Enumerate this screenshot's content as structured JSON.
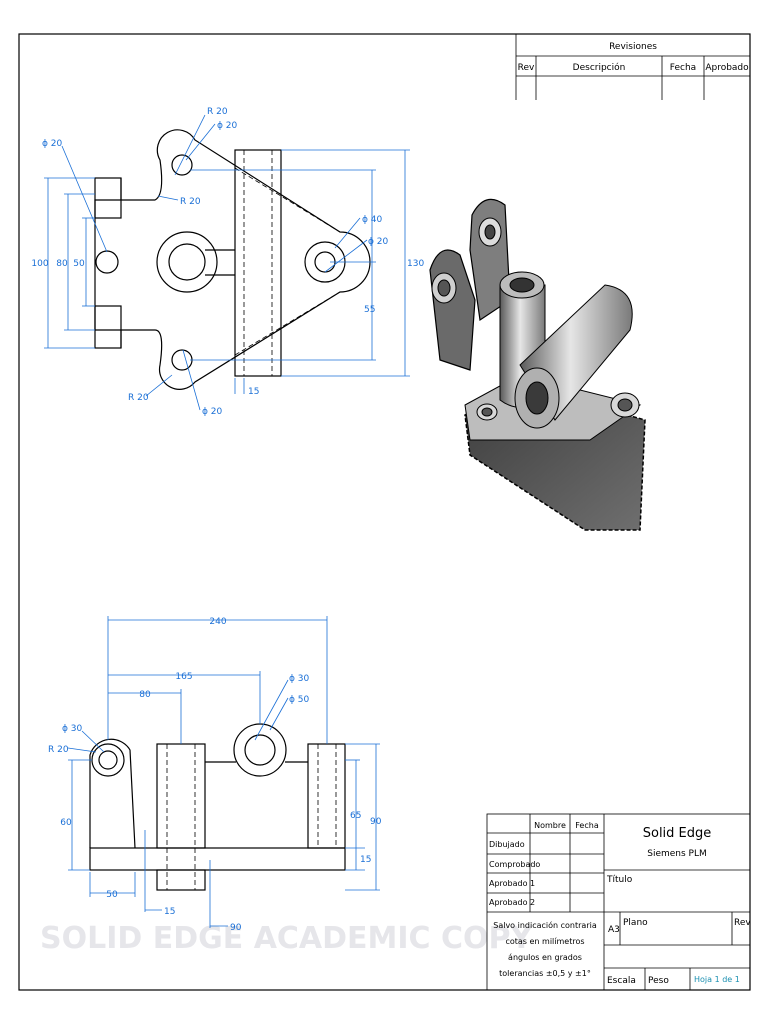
{
  "revisions": {
    "title": "Revisiones",
    "col_rev": "Rev",
    "col_desc": "Descripción",
    "col_date": "Fecha",
    "col_approved": "Aprobado"
  },
  "title_block": {
    "col_name": "Nombre",
    "col_date": "Fecha",
    "row_drawn": "Dibujado",
    "row_checked": "Comprobado",
    "row_approved1": "Aprobado 1",
    "row_approved2": "Aprobado 2",
    "company": "Solid Edge",
    "company_sub": "Siemens PLM",
    "title_label": "Título",
    "size": "A3",
    "plan_label": "Plano",
    "rev_label": "Rev",
    "note_line1": "Salvo indicación contraria",
    "note_line2": "cotas en milímetros",
    "note_line3": "ángulos en grados",
    "note_line4": "tolerancias ±0,5 y ±1°",
    "scale_label": "Escala",
    "weight_label": "Peso",
    "sheet": "Hoja 1 de 1"
  },
  "watermark": "SOLID EDGE ACADEMIC COPY",
  "top_view_dims": {
    "d_top_left": "ϕ 20",
    "r_top": "R 20",
    "d_top": "ϕ 20",
    "r_mid": "R 20",
    "d_right_outer": "ϕ 40",
    "d_right_inner": "ϕ 20",
    "r_bottom": "R 20",
    "d_bottom": "ϕ 20",
    "h100": "100",
    "h80": "80",
    "h50": "50",
    "h130": "130",
    "h55": "55",
    "w15": "15"
  },
  "front_view_dims": {
    "w240": "240",
    "w165": "165",
    "w80": "80",
    "d30_right": "ϕ 30",
    "d50_right": "ϕ 50",
    "d30_left": "ϕ 30",
    "r20_left": "R 20",
    "h60": "60",
    "w50": "50",
    "w15": "15",
    "w90": "90",
    "h65": "65",
    "h90": "90",
    "h15": "15"
  }
}
